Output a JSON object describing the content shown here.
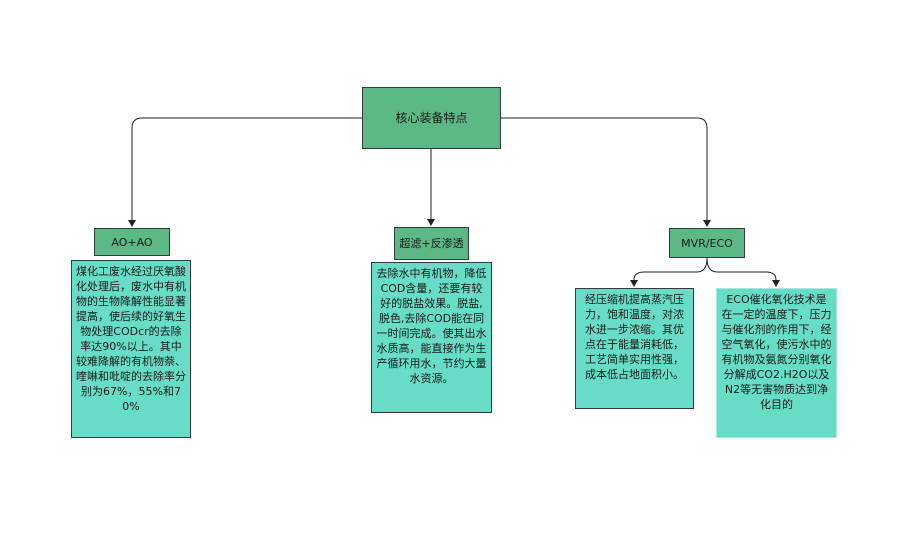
{
  "root": {
    "label": "核心装备特点"
  },
  "branches": [
    {
      "title": "AO+AO",
      "text": "煤化工废水经过厌氧酸化处理后，废水中有机物的生物降解性能显著提高，使后续的好氧生物处理CODcr的去除率达90%以上。其中较难降解的有机物萘、喹啉和吡啶的去除率分别为67%，55%和70%"
    },
    {
      "title": "超滤+反渗透",
      "text": "去除水中有机物，降低COD含量，还要有较好的脱盐效果。脱盐,脱色,去除COD能在同一时间完成。使其出水水质高，能直接作为生产循环用水，节约大量水资源。"
    },
    {
      "title": "MVR/ECO",
      "children": [
        {
          "text": "经压缩机提高蒸汽压力，饱和温度，对浓水进一步浓缩。其优点在于能量消耗低，工艺简单实用性强，成本低占地面积小。"
        },
        {
          "text": "ECO催化氧化技术是在一定的温度下，压力与催化剂的作用下，经空气氧化，使污水中的有机物及氨氮分别氧化分解成CO2.H2O以及N2等无害物质达到净化目的"
        }
      ]
    }
  ]
}
